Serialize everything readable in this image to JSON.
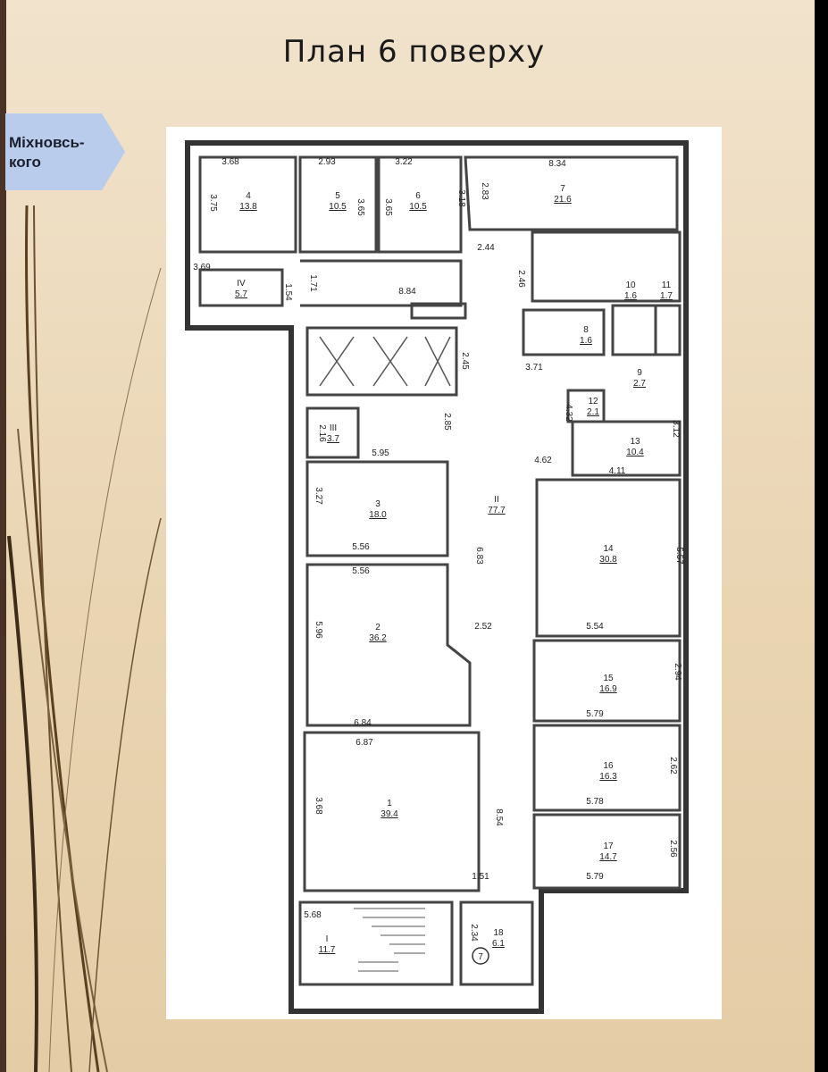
{
  "slide": {
    "title": "План 6 поверху",
    "street_tag": "Міхновсь-кого",
    "colors": {
      "background": "#ecd9bb",
      "tag_fill": "#b9ccec",
      "plan_bg": "#ffffff",
      "wall": "#333333"
    }
  },
  "rooms": [
    {
      "num": "4",
      "area": "13.8"
    },
    {
      "num": "5",
      "area": "10.5"
    },
    {
      "num": "6",
      "area": "10.5"
    },
    {
      "num": "7",
      "area": "21.6"
    },
    {
      "num": "IV",
      "area": "5.7"
    },
    {
      "num": "10",
      "area": "1.6"
    },
    {
      "num": "11",
      "area": "1.7"
    },
    {
      "num": "8",
      "area": "1.6"
    },
    {
      "num": "9",
      "area": "2.7"
    },
    {
      "num": "12",
      "area": "2.1"
    },
    {
      "num": "13",
      "area": "10.4"
    },
    {
      "num": "III",
      "area": "3.7"
    },
    {
      "num": "3",
      "area": "18.0"
    },
    {
      "num": "II",
      "area": "77.7"
    },
    {
      "num": "14",
      "area": "30.8"
    },
    {
      "num": "2",
      "area": "36.2"
    },
    {
      "num": "15",
      "area": "16.9"
    },
    {
      "num": "16",
      "area": "16.3"
    },
    {
      "num": "1",
      "area": "39.4"
    },
    {
      "num": "17",
      "area": "14.7"
    },
    {
      "num": "I",
      "area": "11.7"
    },
    {
      "num": "18",
      "area": "6.1"
    }
  ],
  "dimensions": [
    "3.68",
    "2.93",
    "3.22",
    "8.34",
    "3.75",
    "3.65",
    "3.65",
    "3.18",
    "2.83",
    "2.44",
    "2.46",
    "3.69",
    "1.54",
    "1.71",
    "8.84",
    "3.71",
    "2.45",
    "4.32",
    "2.16",
    "2.85",
    "3.12",
    "5.95",
    "4.62",
    "4.11",
    "3.27",
    "6.83",
    "5.56",
    "5.56",
    "5.57",
    "2.52",
    "5.54",
    "5.96",
    "2.94",
    "5.79",
    "6.84",
    "6.87",
    "2.62",
    "3.68",
    "8.54",
    "5.78",
    "2.56",
    "1.51",
    "5.79",
    "5.68",
    "2.34"
  ],
  "stair_mark": "7"
}
